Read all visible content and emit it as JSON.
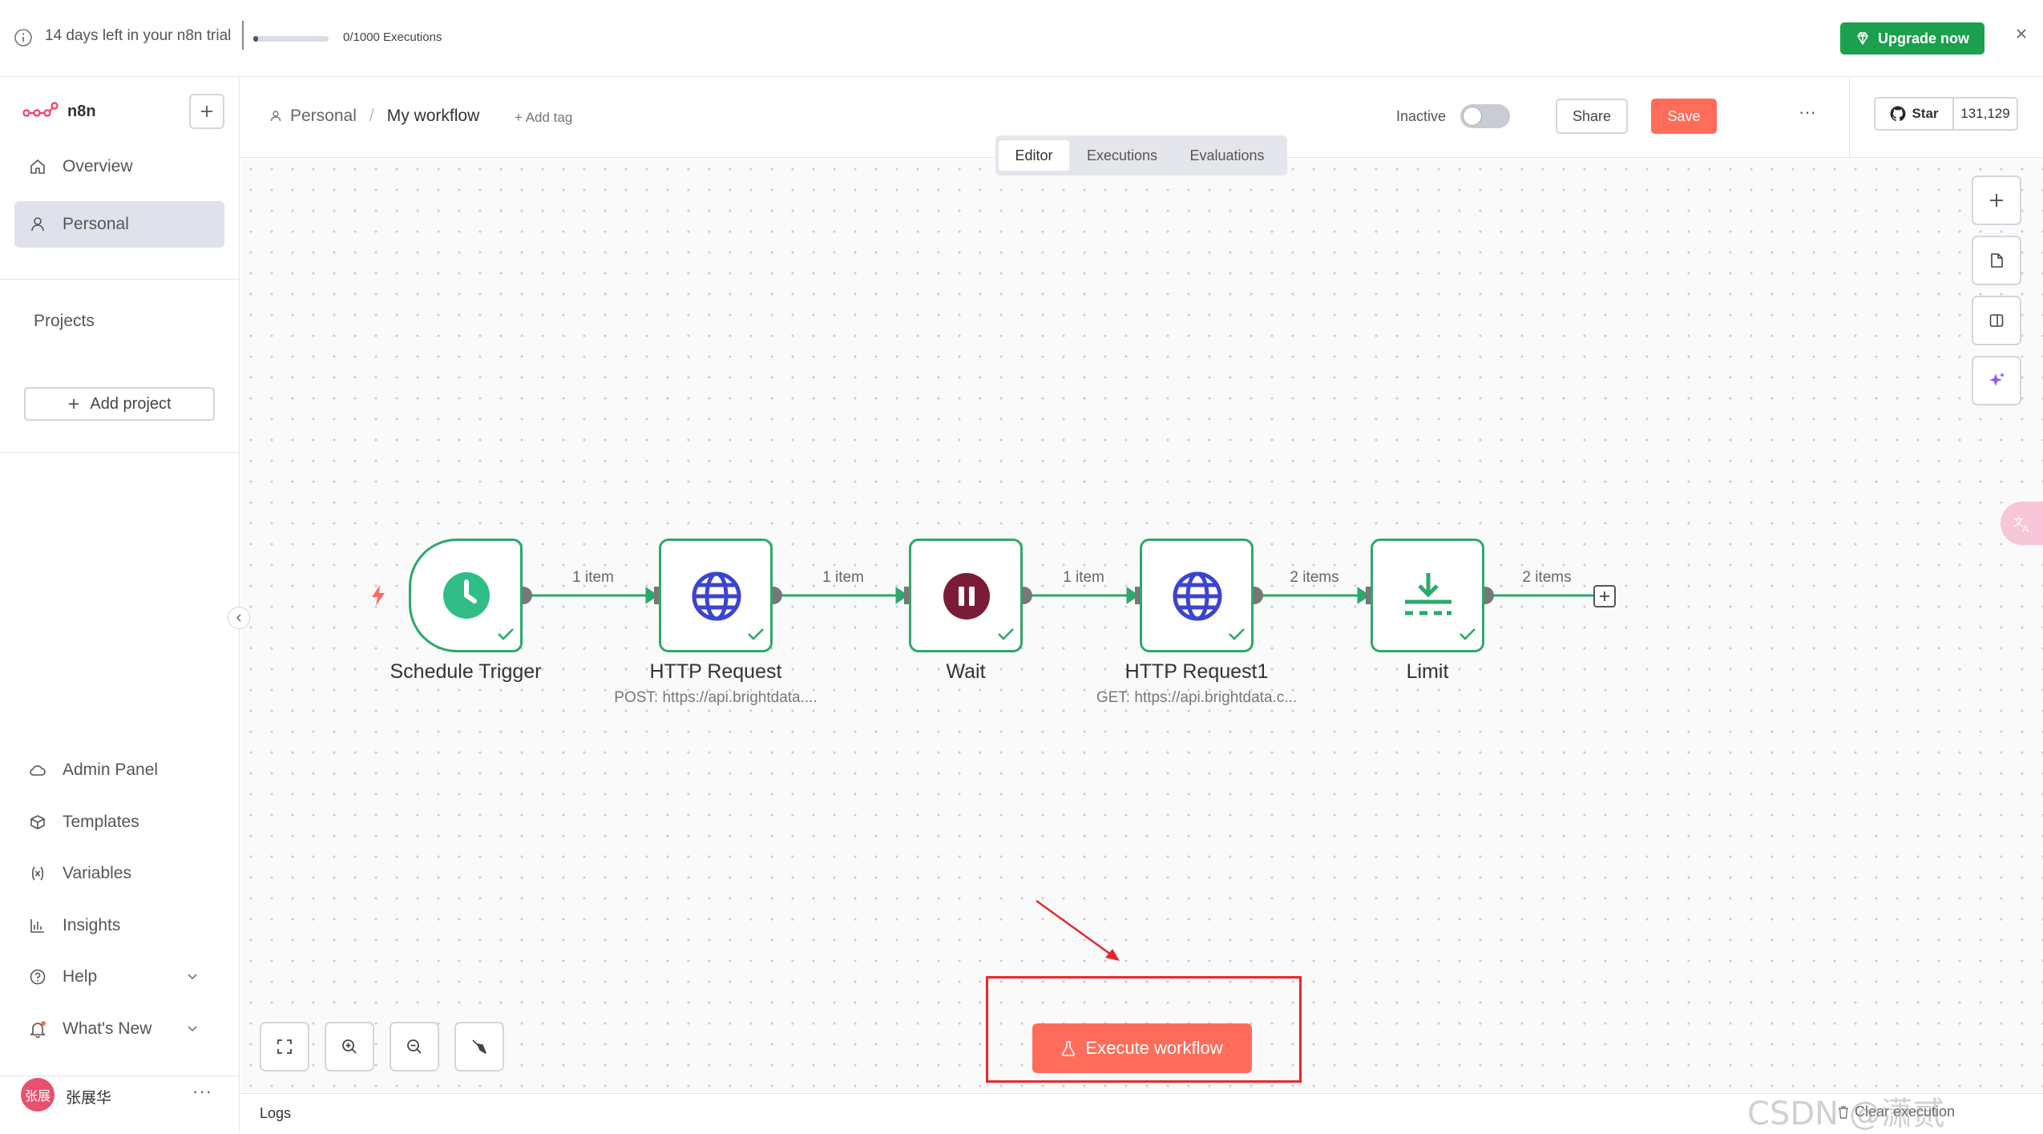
{
  "trial": {
    "text": "14 days left in your n8n trial",
    "executions": "0/1000 Executions",
    "progress_fraction": 0.05,
    "upgrade_label": "Upgrade now"
  },
  "sidebar": {
    "logo_text": "n8n",
    "nav": [
      {
        "label": "Overview",
        "icon": "home-icon"
      },
      {
        "label": "Personal",
        "icon": "user-icon",
        "active": true
      }
    ],
    "projects_heading": "Projects",
    "add_project_label": "Add project",
    "bottom": [
      {
        "label": "Admin Panel",
        "icon": "cloud-icon"
      },
      {
        "label": "Templates",
        "icon": "box-icon"
      },
      {
        "label": "Variables",
        "icon": "variables-icon"
      },
      {
        "label": "Insights",
        "icon": "chart-icon"
      },
      {
        "label": "Help",
        "icon": "help-icon"
      },
      {
        "label": "What's New",
        "icon": "bell-icon"
      }
    ],
    "user": {
      "avatar_text": "张展",
      "name": "张展华"
    }
  },
  "header": {
    "breadcrumb_project": "Personal",
    "breadcrumb_separator": "/",
    "workflow_name": "My workflow",
    "add_tag_label": "+ Add tag",
    "active_label": "Inactive",
    "share_label": "Share",
    "save_label": "Save",
    "more_label": "···",
    "github_star_label": "Star",
    "github_star_count": "131,129",
    "tabs": [
      {
        "label": "Editor",
        "active": true
      },
      {
        "label": "Executions",
        "active": false
      },
      {
        "label": "Evaluations",
        "active": false
      }
    ]
  },
  "workflow": {
    "nodes": [
      {
        "name": "Schedule Trigger",
        "subtitle": "",
        "icon": "clock-icon"
      },
      {
        "name": "HTTP Request",
        "subtitle": "POST: https://api.brightdata....",
        "icon": "globe-icon"
      },
      {
        "name": "Wait",
        "subtitle": "",
        "icon": "pause-icon"
      },
      {
        "name": "HTTP Request1",
        "subtitle": "GET: https://api.brightdata.c...",
        "icon": "globe-icon"
      },
      {
        "name": "Limit",
        "subtitle": "",
        "icon": "limit-icon"
      }
    ],
    "connections": [
      "1 item",
      "1 item",
      "1 item",
      "2 items",
      "2 items"
    ]
  },
  "canvas": {
    "execute_label": "Execute workflow"
  },
  "logs": {
    "label": "Logs",
    "clear_label": "Clear execution",
    "watermark": "CSDN @潇贰"
  },
  "colors": {
    "accent": "#ff6d5a",
    "node_success": "#2da86b",
    "upgrade": "#1ba04d",
    "annotation": "#e8262b"
  }
}
